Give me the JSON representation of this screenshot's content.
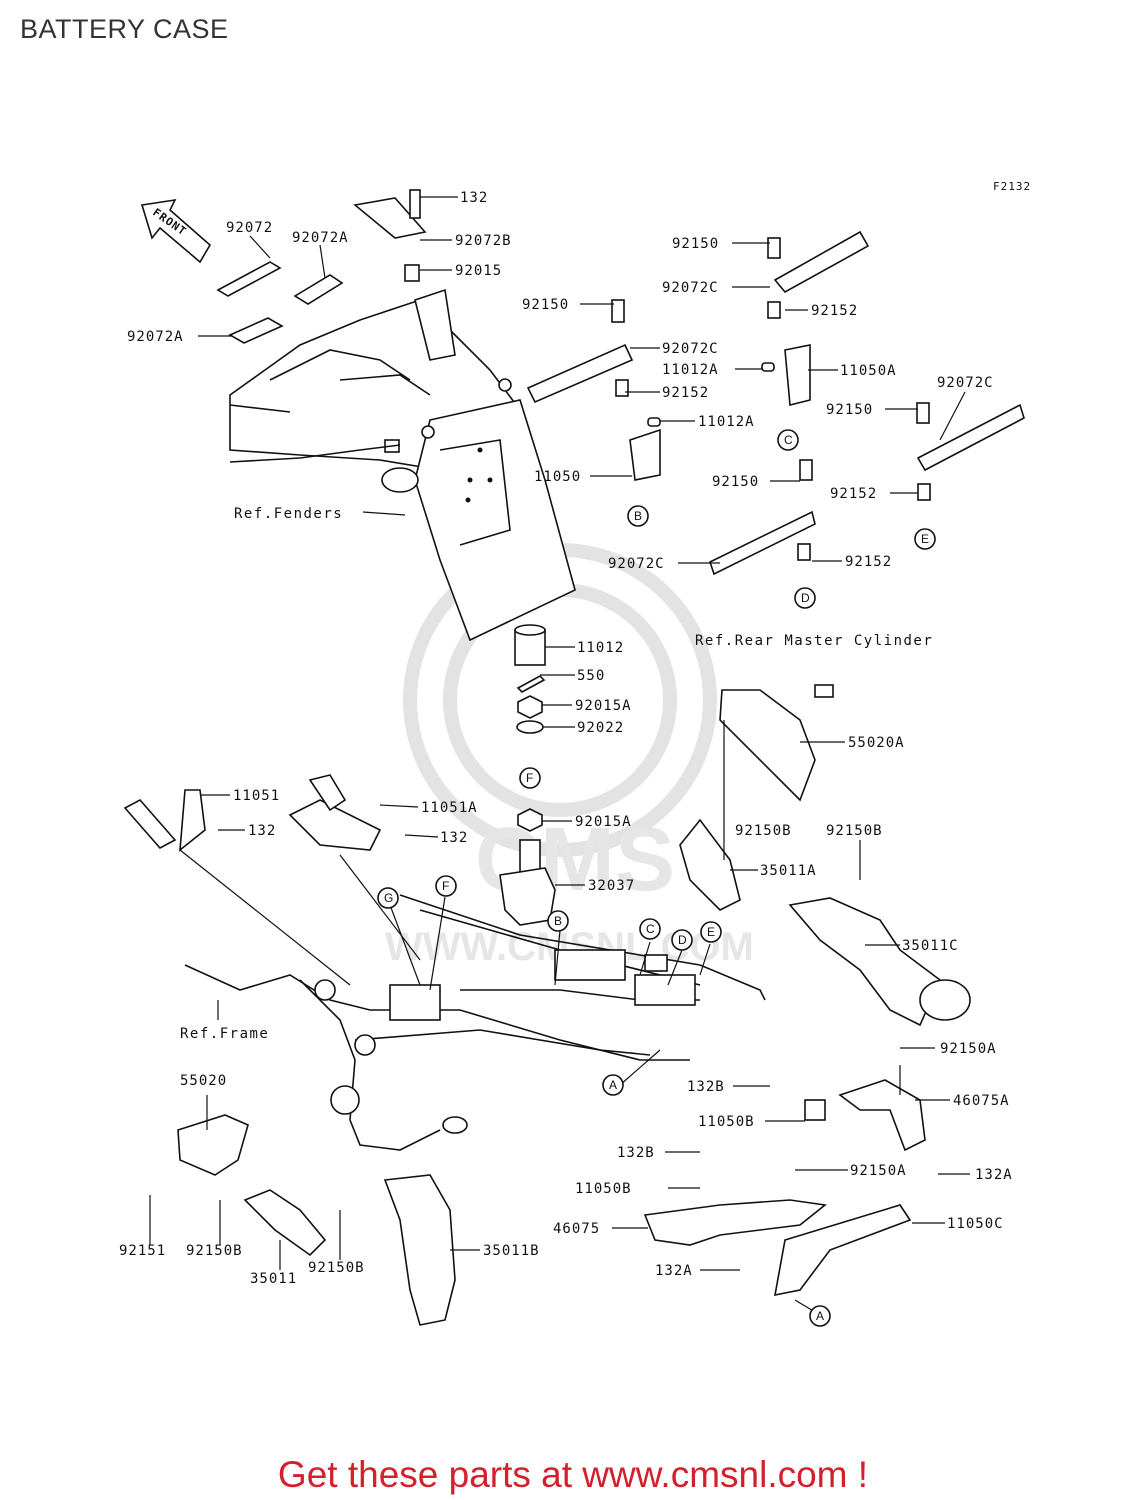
{
  "title": "BATTERY CASE",
  "figure_code": "F2132",
  "front_arrow": "FRONT",
  "footer": "Get these parts at www.cmsnl.com !",
  "watermark": {
    "logo": "CMS",
    "url": "WWW.CMSNL.COM"
  },
  "part_labels": {
    "p132_top": "132",
    "p92072": "92072",
    "p92072A_a": "92072A",
    "p92072B": "92072B",
    "p92015": "92015",
    "p92072A_b": "92072A",
    "p92150_a": "92150",
    "p92072C_a": "92072C",
    "p92152_a": "92152",
    "p92150_b": "92150",
    "p92072C_b": "92072C",
    "p11012A_a": "11012A",
    "p11050A": "11050A",
    "p92152_b": "92152",
    "p92072C_c": "92072C",
    "p11012A_b": "11012A",
    "p92150_c": "92150",
    "p11050": "11050",
    "p92150_d": "92150",
    "p92152_c": "92152",
    "p92072C_d": "92072C",
    "p92152_d": "92152",
    "ref_fenders": "Ref.Fenders",
    "p11012": "11012",
    "p550": "550",
    "p92015A_a": "92015A",
    "p92022": "92022",
    "p92015A_b": "92015A",
    "p32037": "32037",
    "ref_rear_master": "Ref.Rear Master Cylinder",
    "p55020A": "55020A",
    "p92150B_a": "92150B",
    "p92150B_b": "92150B",
    "p35011A": "35011A",
    "p35011C": "35011C",
    "p11051": "11051",
    "p132_a": "132",
    "p11051A": "11051A",
    "p132_b": "132",
    "ref_frame": "Ref.Frame",
    "p92150A_a": "92150A",
    "p132B_a": "132B",
    "p46075A": "46075A",
    "p11050B_a": "11050B",
    "p132B_b": "132B",
    "p92150A_b": "92150A",
    "p132A_a": "132A",
    "p11050B_b": "11050B",
    "p46075": "46075",
    "p11050C": "11050C",
    "p132A_b": "132A",
    "p55020": "55020",
    "p92151": "92151",
    "p92150B_c": "92150B",
    "p92150B_d": "92150B",
    "p35011": "35011",
    "p35011B": "35011B"
  },
  "callouts": {
    "c_top": "C",
    "b_top": "B",
    "e_top": "E",
    "d_top": "D",
    "f_mid": "F",
    "g_frame": "G",
    "f_frame": "F",
    "b_frame": "B",
    "c_frame": "C",
    "d_frame": "D",
    "e_frame": "E",
    "a_frame": "A",
    "a_bottom": "A"
  }
}
